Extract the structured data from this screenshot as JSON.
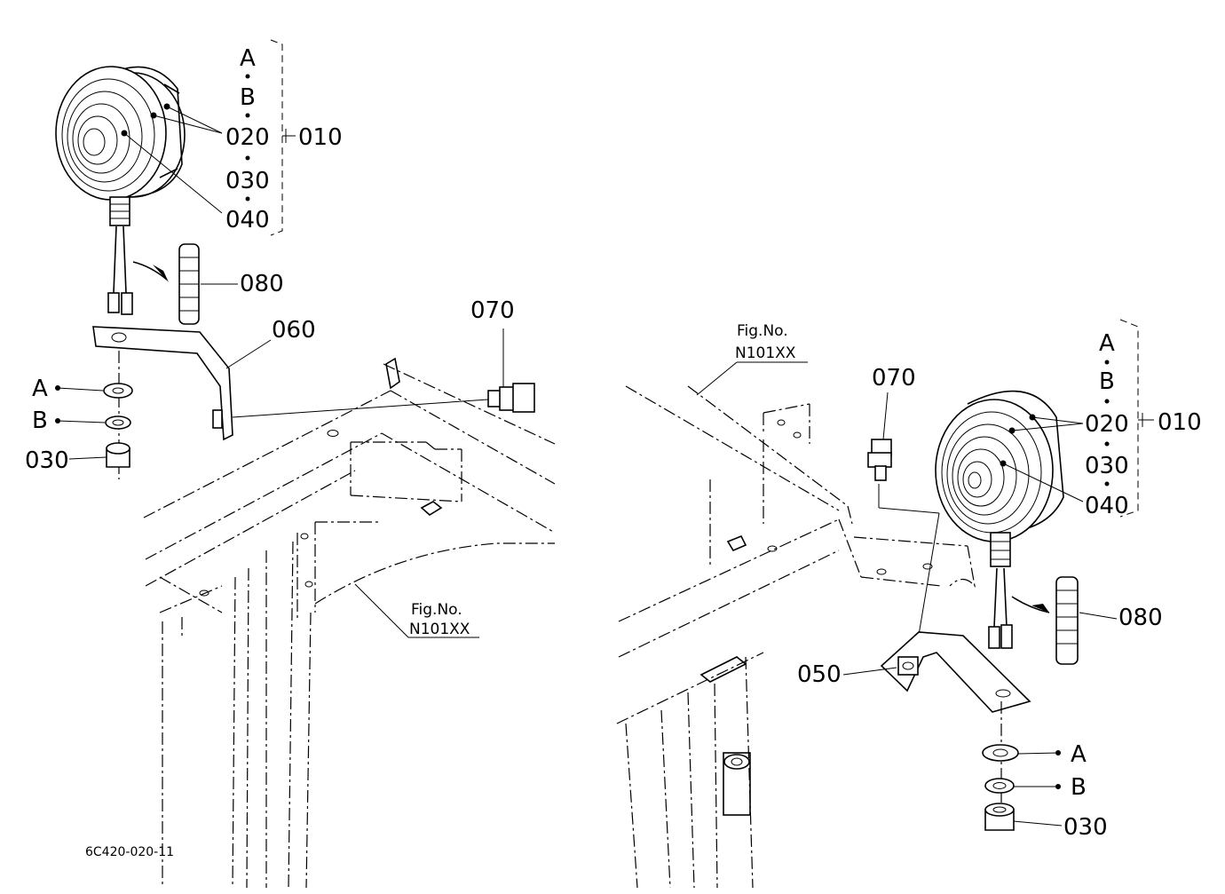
{
  "diagram": {
    "drawing_code": "6C420-020-11",
    "left_assembly": {
      "bracket": "060",
      "bolt": "070",
      "lamp_assembly": "010",
      "callout_group": [
        "A",
        "B",
        "020",
        "030",
        "040"
      ],
      "tube": "080",
      "washer": "A",
      "lock_washer": "B",
      "nut": "030",
      "reference": {
        "label": "Fig.No.",
        "number": "N101XX"
      }
    },
    "right_assembly": {
      "bracket": "050",
      "bolt": "070",
      "lamp_assembly": "010",
      "callout_group": [
        "A",
        "B",
        "020",
        "030",
        "040"
      ],
      "tube": "080",
      "washer": "A",
      "lock_washer": "B",
      "nut": "030",
      "reference": {
        "label": "Fig.No.",
        "number": "N101XX"
      }
    }
  }
}
